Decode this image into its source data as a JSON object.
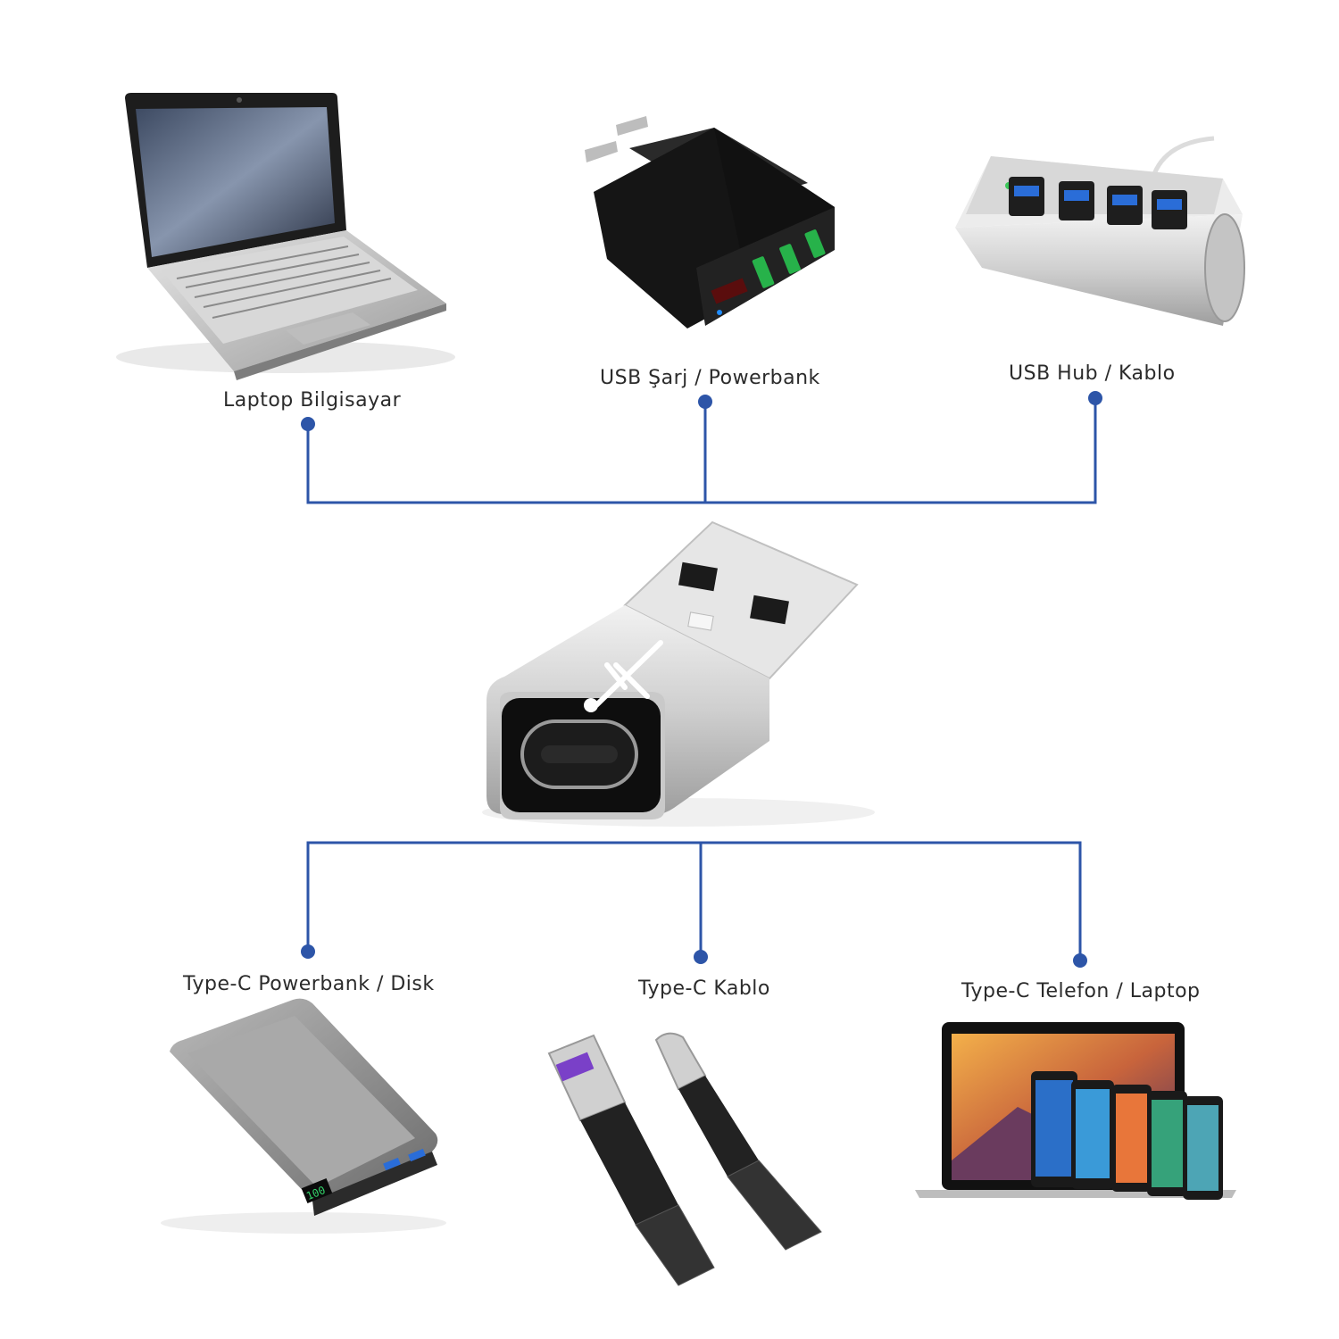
{
  "diagram": {
    "line_color": "#2d55a8",
    "inputs": [
      {
        "id": "laptop",
        "label": "Laptop Bilgisayar",
        "icon": "netbook-laptop-icon"
      },
      {
        "id": "charger",
        "label": "USB Şarj / Powerbank",
        "icon": "usb-wall-charger-icon"
      },
      {
        "id": "hub",
        "label": "USB Hub / Kablo",
        "icon": "usb-hub-icon"
      }
    ],
    "center": {
      "icon": "usb-a-to-type-c-adapter-icon"
    },
    "outputs": [
      {
        "id": "tc-powerbank",
        "label": "Type-C Powerbank / Disk",
        "icon": "powerbank-icon"
      },
      {
        "id": "tc-cable",
        "label": "Type-C Kablo",
        "icon": "usb-cable-icon"
      },
      {
        "id": "tc-phone",
        "label": "Type-C Telefon / Laptop",
        "icon": "laptop-and-phones-icon"
      }
    ],
    "powerbank_display": "100"
  }
}
